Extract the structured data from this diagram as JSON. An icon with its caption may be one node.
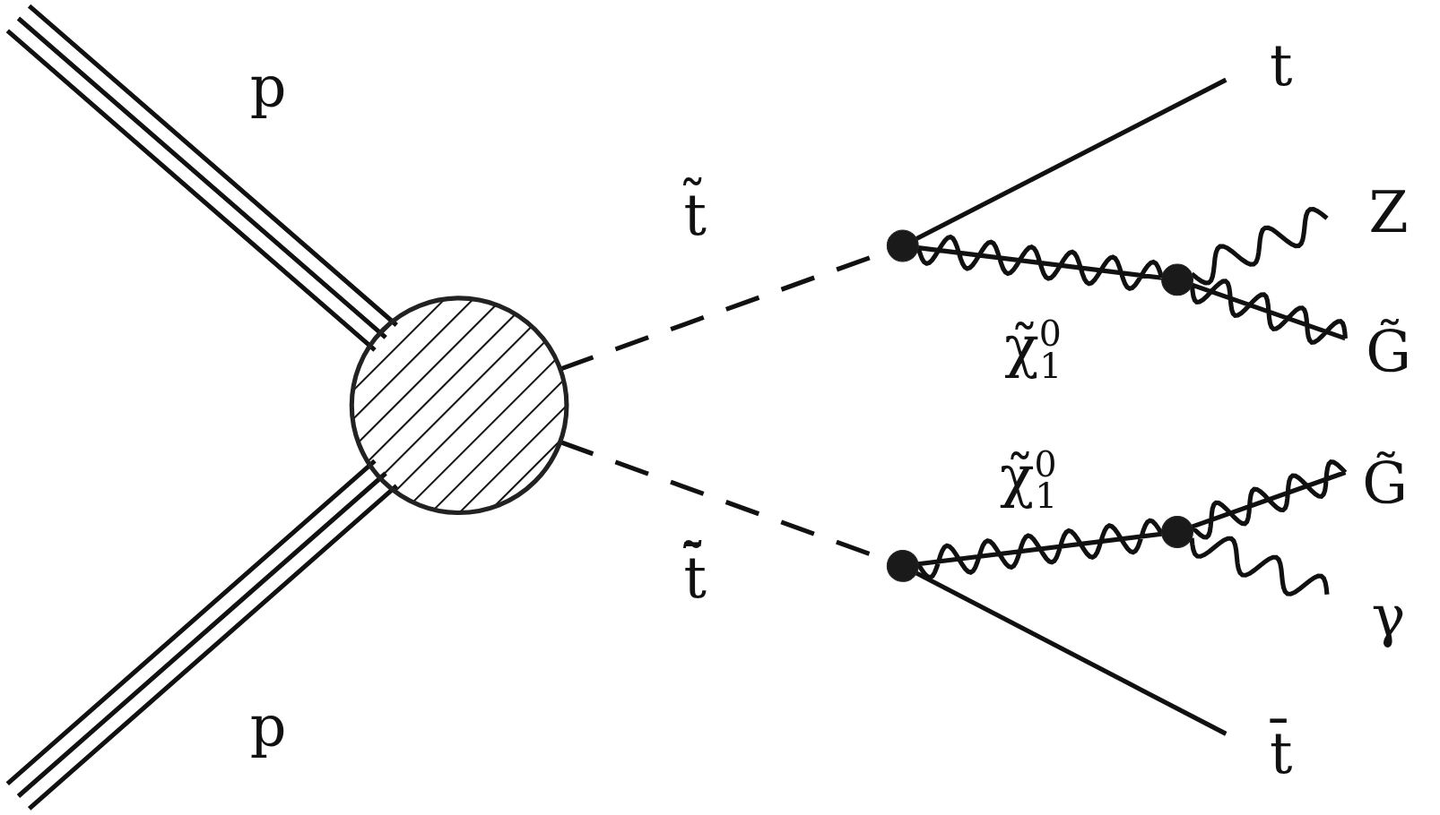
{
  "diagram": {
    "nodes": [
      {
        "text": [],
        "shape": "circle"
      },
      {
        "text": [],
        "shape": "circle"
      },
      {
        "text": [],
        "shape": "circle"
      },
      {
        "text": [],
        "shape": "circle"
      },
      {
        "text": [],
        "shape": "circle"
      },
      {
        "text": [
          "t"
        ]
      },
      {
        "text": [
          "Z"
        ]
      },
      {
        "text": [
          "G̃"
        ]
      },
      {
        "text": [
          "G̃"
        ]
      },
      {
        "text": [
          "γ"
        ]
      },
      {
        "text": [
          "t̄"
        ]
      }
    ],
    "edges": [
      {
        "from": null,
        "to": 0,
        "arrow": "none",
        "label": "p"
      },
      {
        "from": null,
        "to": 0,
        "arrow": "none",
        "label": "p"
      },
      {
        "from": 0,
        "to": 1,
        "arrow": "none",
        "label": "t̃",
        "style": "dashed"
      },
      {
        "from": 0,
        "to": 3,
        "arrow": "none",
        "label": "t̄̃",
        "style": "dashed"
      },
      {
        "from": 1,
        "to": 5,
        "arrow": "none"
      },
      {
        "from": 1,
        "to": 2,
        "arrow": "none",
        "label": "χ̃$^{0}$$_{1}$"
      },
      {
        "from": 2,
        "to": 6,
        "arrow": "none"
      },
      {
        "from": 2,
        "to": 7,
        "arrow": "none"
      },
      {
        "from": 3,
        "to": 4,
        "arrow": "none",
        "label": "χ̃$^{0}$$_{1}$"
      },
      {
        "from": 4,
        "to": 8,
        "arrow": "none"
      },
      {
        "from": 4,
        "to": 9,
        "arrow": "none"
      },
      {
        "from": 3,
        "to": 10,
        "arrow": "none"
      }
    ]
  }
}
